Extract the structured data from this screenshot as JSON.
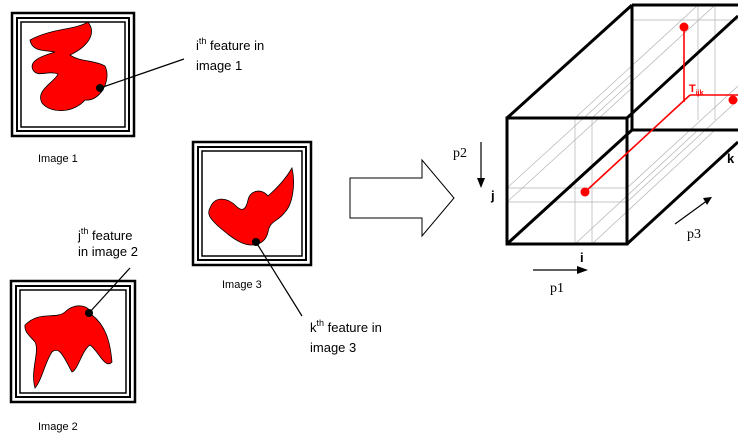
{
  "colors": {
    "feature": "#ff0000",
    "stroke": "#000000",
    "grid": "#b3b3b3",
    "background": "#ffffff"
  },
  "images": [
    {
      "caption": "Image 1"
    },
    {
      "caption": "Image 2"
    },
    {
      "caption": "Image 3"
    }
  ],
  "callouts": {
    "i": {
      "sup": "th",
      "line1_rest": " feature in",
      "line2": "image 1",
      "letter": "i"
    },
    "j": {
      "sup": "th",
      "line1_rest": " feature",
      "line2": "in image 2",
      "letter": "j"
    },
    "k": {
      "sup": "th",
      "line1_rest": " feature in",
      "line2": "image 3",
      "letter": "k"
    }
  },
  "tensor": {
    "label_i": "i",
    "label_j": "j",
    "label_k": "k",
    "p1": "p1",
    "p2": "p2",
    "p3": "p3",
    "entry_T": "T",
    "entry_sub": "ijk"
  },
  "icons": [
    "transform-arrow-icon"
  ]
}
